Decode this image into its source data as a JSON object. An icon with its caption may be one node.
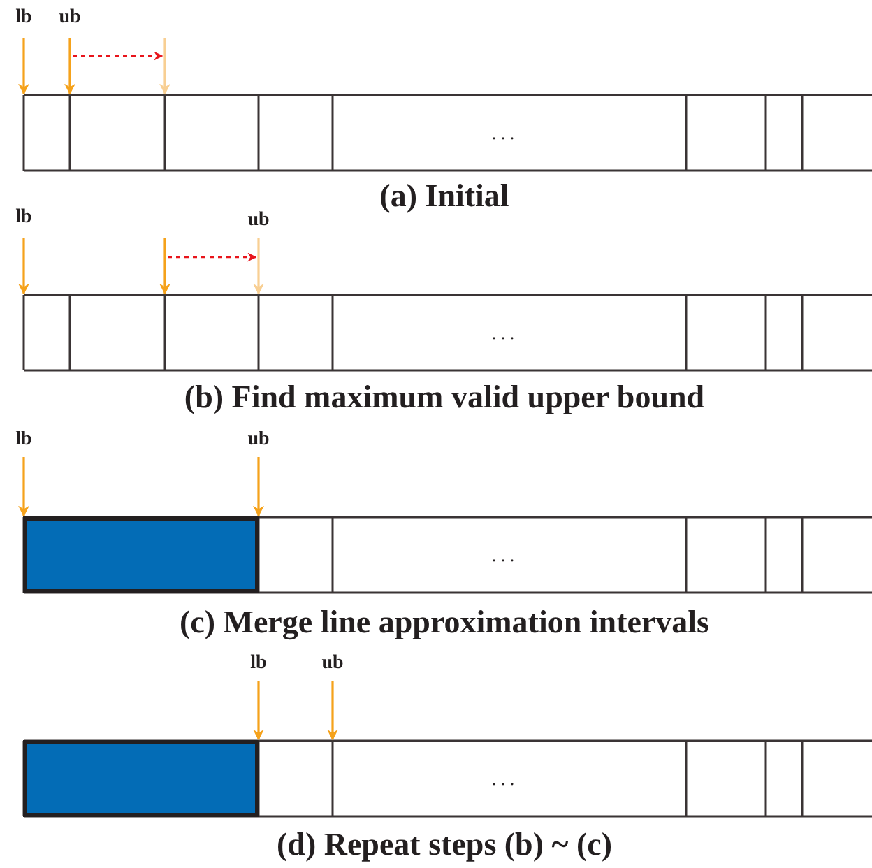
{
  "diagram": {
    "labels": [
      "lb",
      "ub",
      ". . .",
      "(a) Initial",
      "lb",
      "ub",
      ". . .",
      "(b) Find maximum valid upper bound",
      "lb",
      "ub",
      ". . .",
      "(c) Merge line approximation intervals",
      "lb",
      "ub",
      ". . .",
      "(d) Repeat steps (b) ~ (c)"
    ]
  }
}
